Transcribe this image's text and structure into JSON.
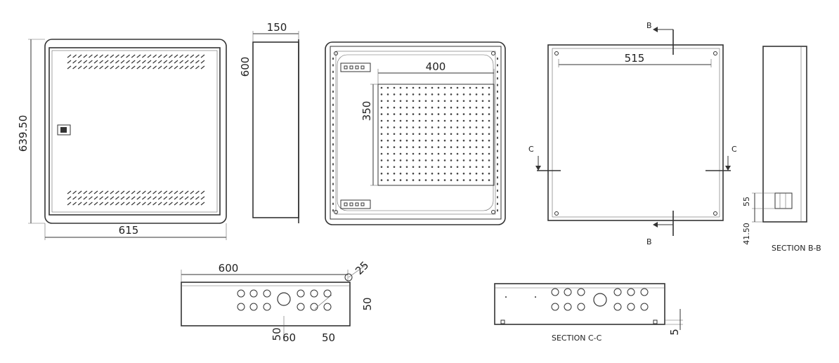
{
  "front_view": {
    "height_dim": "639.50",
    "width_dim": "615"
  },
  "side_view": {
    "depth_dim": "150",
    "height_dim": "600"
  },
  "mounting_plate": {
    "width_dim": "400",
    "height_dim": "350"
  },
  "section_view": {
    "inner_width_dim": "515",
    "marker_b_top": "B",
    "marker_b_bottom": "B",
    "marker_c_left": "C",
    "marker_c_right": "C"
  },
  "section_bb": {
    "dim_55": "55",
    "dim_41_50": "41.50",
    "label": "SECTION B-B"
  },
  "top_view": {
    "width_dim": "600",
    "hole_dim": "25",
    "depth_dim": "50",
    "dim_50_a": "50",
    "dim_60": "60",
    "dim_50_b": "50"
  },
  "section_cc": {
    "dim_5": "5",
    "label": "SECTION C-C"
  }
}
